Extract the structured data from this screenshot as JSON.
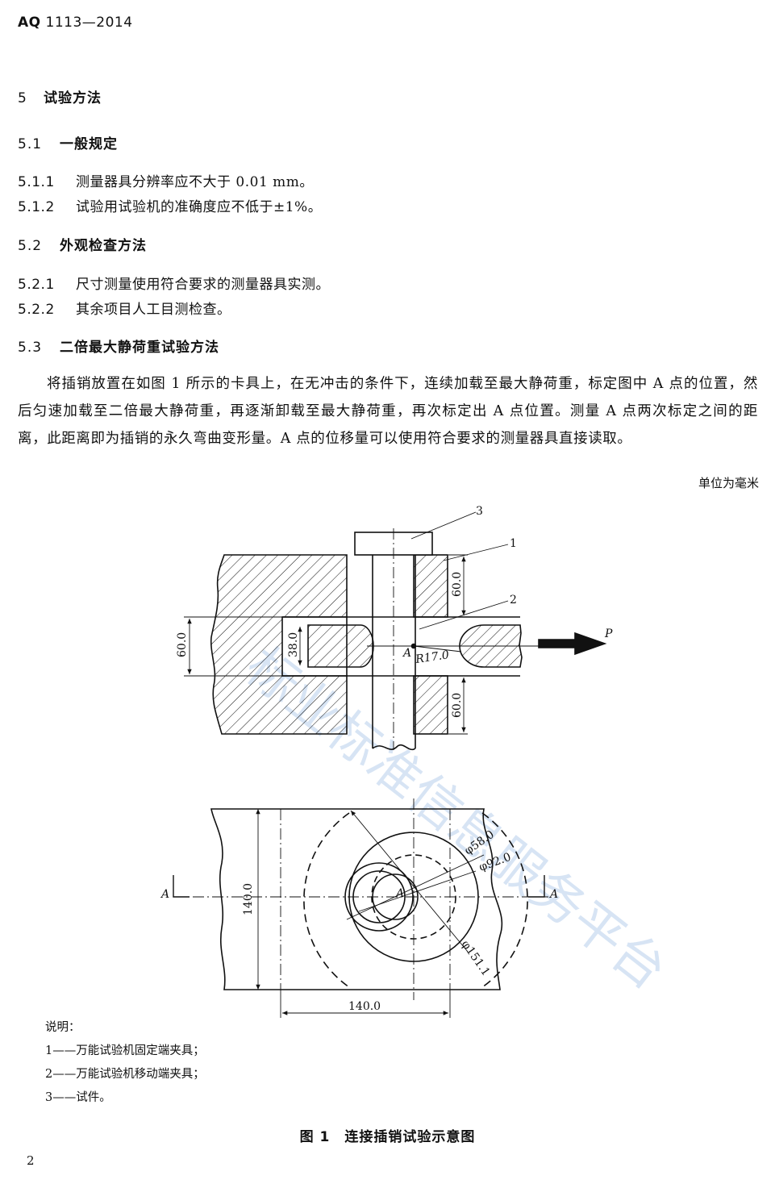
{
  "header": {
    "prefix": "AQ",
    "code": "1113—2014"
  },
  "sections": [
    {
      "num": "5",
      "title": "试验方法"
    },
    {
      "num": "5.1",
      "title": "一般规定"
    },
    {
      "num": "5.1.1",
      "text": "测量器具分辨率应不大于 0.01 mm。"
    },
    {
      "num": "5.1.2",
      "text": "试验用试验机的准确度应不低于±1%。"
    },
    {
      "num": "5.2",
      "title": "外观检查方法"
    },
    {
      "num": "5.2.1",
      "text": "尺寸测量使用符合要求的测量器具实测。"
    },
    {
      "num": "5.2.2",
      "text": "其余项目人工目测检查。"
    },
    {
      "num": "5.3",
      "title": "二倍最大静荷重试验方法"
    }
  ],
  "paragraph": "将插销放置在如图 1 所示的卡具上，在无冲击的条件下，连续加载至最大静荷重，标定图中 A 点的位置，然后匀速加载至二倍最大静荷重，再逐渐卸载至最大静荷重，再次标定出 A 点位置。测量 A 点两次标定之间的距离，此距离即为插销的永久弯曲变形量。A 点的位移量可以使用符合要求的测量器具直接读取。",
  "unit_note": "单位为毫米",
  "figure": {
    "callouts": [
      "1",
      "2",
      "3"
    ],
    "dims": {
      "d60_top": "60.0",
      "d60_bot": "60.0",
      "d60_left": "60.0",
      "d38": "38.0",
      "r17": "R17.0",
      "d58": "φ58.0",
      "d92": "φ92.0",
      "d151": "φ151.1",
      "d140_v": "140.0",
      "d140_h": "140.0"
    },
    "point_label": "A",
    "force_label": "P",
    "section_mark": "A"
  },
  "legend": {
    "title": "说明：",
    "items": [
      "1——万能试验机固定端夹具；",
      "2——万能试验机移动端夹具；",
      "3——试件。"
    ]
  },
  "watermark": "标业标准信息服务平台",
  "caption": "图 1　连接插销试验示意图",
  "page_number": "2"
}
